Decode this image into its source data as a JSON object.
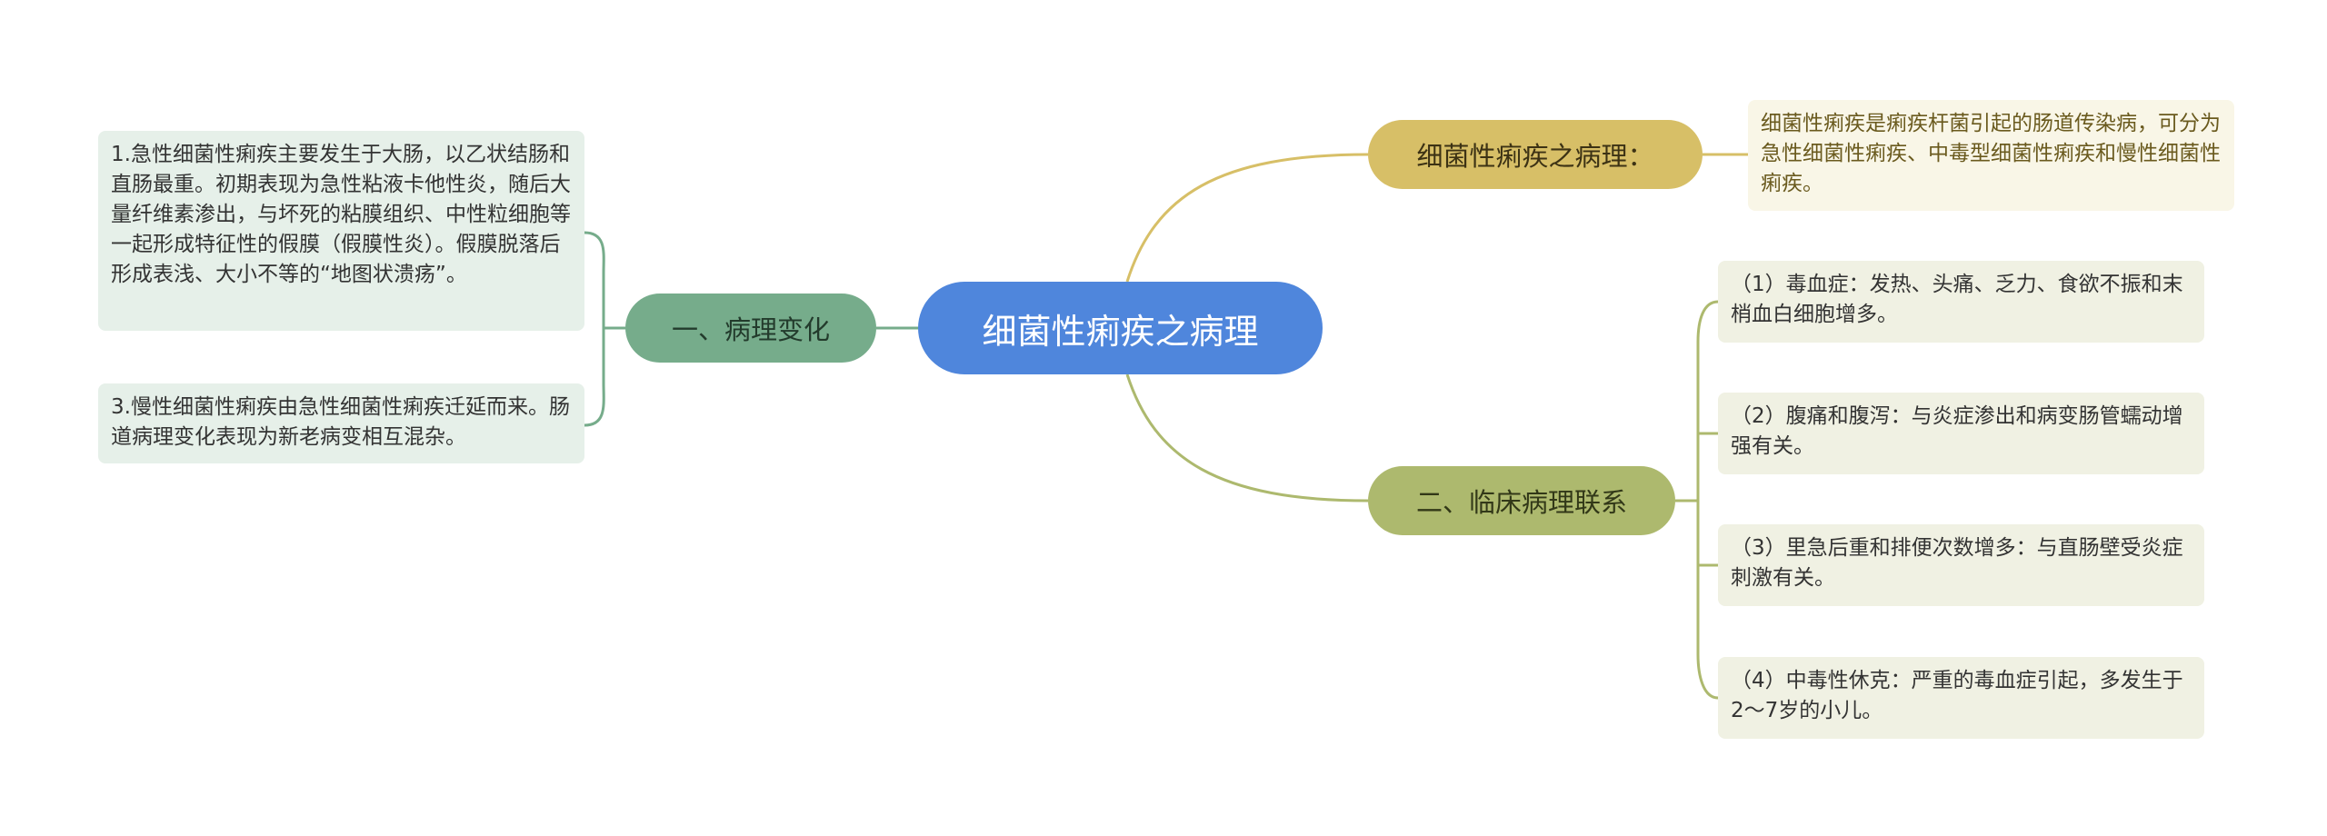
{
  "root": {
    "label": "细菌性痢疾之病理"
  },
  "branches": {
    "pathology_change": {
      "label": "一、病理变化",
      "items": [
        "1.急性细菌性痢疾主要发生于大肠，以乙状结肠和直肠最重。初期表现为急性粘液卡他性炎，随后大量纤维素渗出，与坏死的粘膜组织、中性粒细胞等一起形成特征性的假膜（假膜性炎）。假膜脱落后形成表浅、大小不等的“地图状溃疡”。",
        "3.慢性细菌性痢疾由急性细菌性痢疾迁延而来。肠道病理变化表现为新老病变相互混杂。"
      ]
    },
    "pathology_definition": {
      "label": "细菌性痢疾之病理：",
      "items": [
        "细菌性痢疾是痢疾杆菌引起的肠道传染病，可分为急性细菌性痢疾、中毒型细菌性痢疾和慢性细菌性痢疾。"
      ]
    },
    "clinical": {
      "label": "二、临床病理联系",
      "items": [
        "（1）毒血症：发热、头痛、乏力、食欲不振和末梢血白细胞增多。",
        "（2）腹痛和腹泻：与炎症渗出和病变肠管蠕动增强有关。",
        "（3）里急后重和排便次数增多：与直肠壁受炎症刺激有关。",
        "（4）中毒性休克：严重的毒血症引起，多发生于2～7岁的小儿。"
      ]
    }
  },
  "colors": {
    "root": "#4f86dc",
    "pathology_change": "#76ac8b",
    "pathology_definition": "#d7bf67",
    "clinical": "#adb96e"
  }
}
